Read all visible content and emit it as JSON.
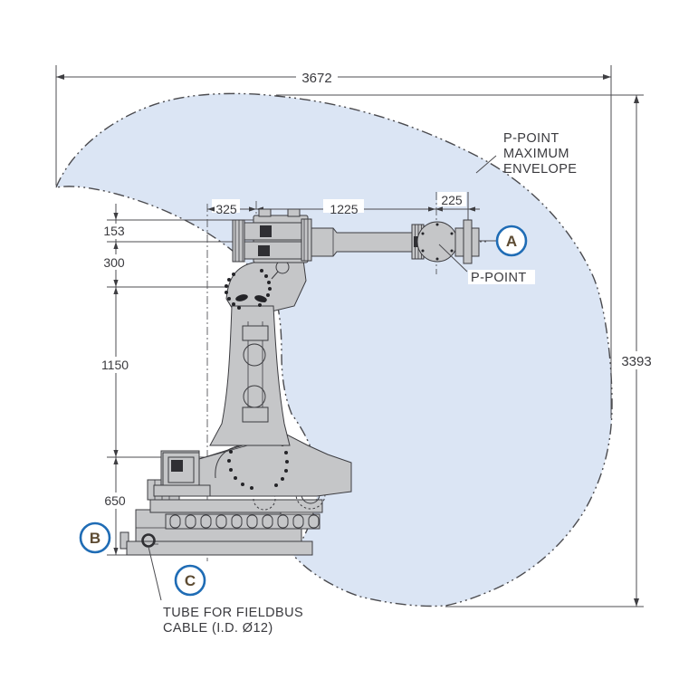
{
  "diagram": "robot-p-point-maximum-envelope",
  "colors": {
    "envelope_fill": "#dbe5f4",
    "envelope_stroke": "#4b4b4f",
    "dimension_color": "#3a3a3e",
    "accent_blue": "#1f6cb5",
    "view_letter_color": "#5d4b32",
    "robot_gray": "#c5c6c8",
    "robot_outline": "#3c3c40"
  },
  "dims": {
    "w3672": "3672",
    "h3393": "3393",
    "d325": "325",
    "d1225": "1225",
    "d225": "225",
    "d153": "153",
    "d300": "300",
    "d1150": "1150",
    "d650": "650"
  },
  "labels": {
    "env1": "P-POINT",
    "env2": "MAXIMUM",
    "env3": "ENVELOPE",
    "ppoint": "P-POINT",
    "tube1": "TUBE FOR FIELDBUS",
    "tube2": "CABLE (I.D. Ø12)",
    "a": "A",
    "b": "B",
    "c": "C"
  }
}
